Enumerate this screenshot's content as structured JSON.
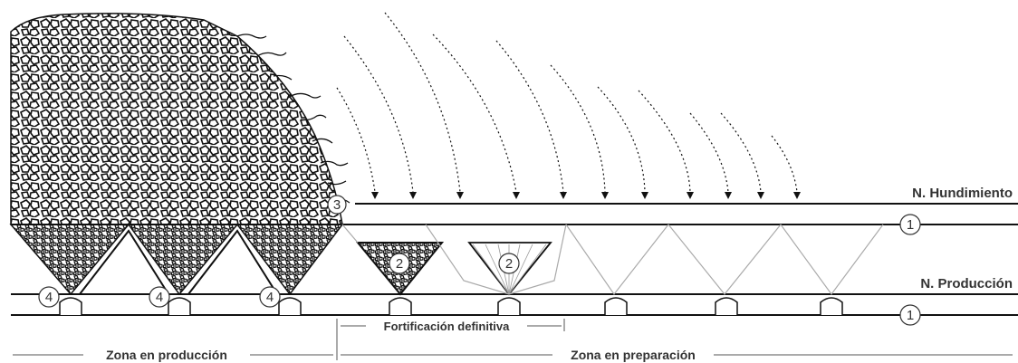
{
  "levels": {
    "hundimiento": "N. Hundimiento",
    "produccion": "N. Producción"
  },
  "zones": {
    "fortificacion": "Fortificación definitiva",
    "produccion": "Zona en producción",
    "preparacion": "Zona en preparación"
  },
  "markers": {
    "one": "1",
    "two": "2",
    "three": "3",
    "four": "4"
  }
}
